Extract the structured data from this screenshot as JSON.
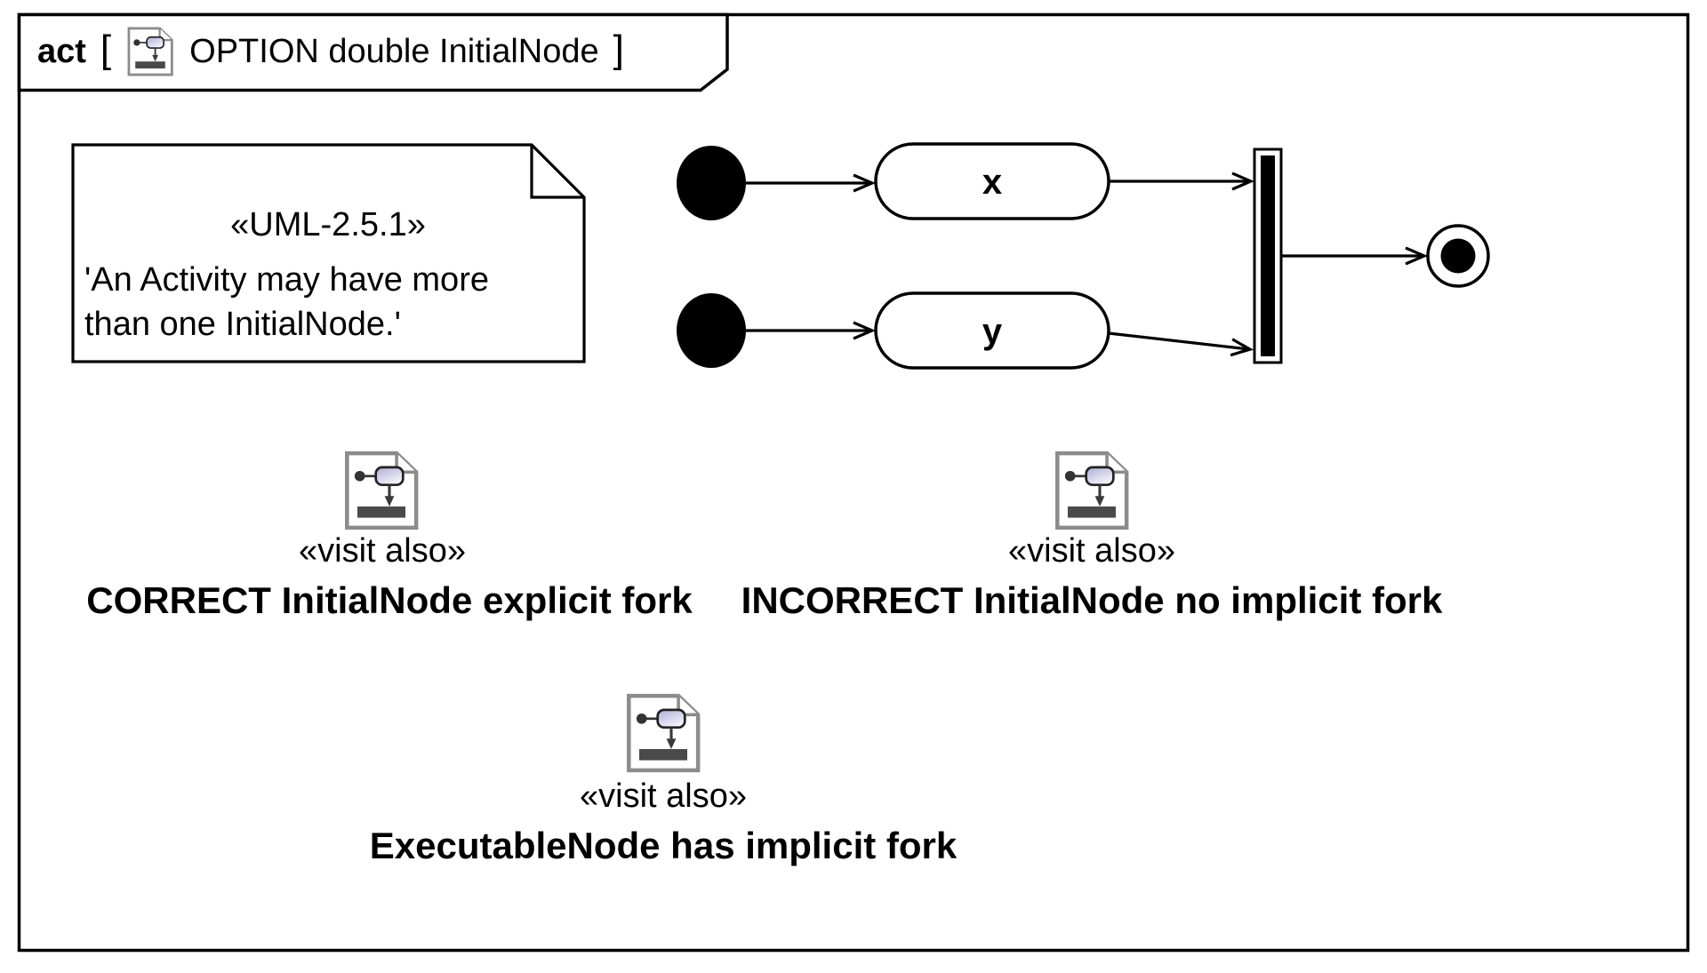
{
  "frame": {
    "keyword": "act",
    "open_bracket": "[",
    "title": "OPTION double InitialNode",
    "close_bracket": "]"
  },
  "note": {
    "stereotype": "«UML-2.5.1»",
    "lines": [
      "'An Activity may have more",
      "than one InitialNode.'"
    ]
  },
  "diagram": {
    "initial_node_count": 2,
    "action_nodes": [
      {
        "label": "x"
      },
      {
        "label": "y"
      }
    ],
    "join_node": "fork-join-bar",
    "final_node": "activity-final"
  },
  "icons": {
    "frame_header_icon": "activity-diagram-icon",
    "visit_also_icon": "activity-diagram-icon"
  },
  "visit_also": [
    {
      "stereotype": "«visit also»",
      "caption": "CORRECT InitialNode explicit fork"
    },
    {
      "stereotype": "«visit also»",
      "caption": "INCORRECT InitialNode no implicit fork"
    },
    {
      "stereotype": "«visit also»",
      "caption": "ExecutableNode has implicit fork"
    }
  ],
  "colors": {
    "background": "#ffffff",
    "line": "#000000",
    "icon_border": "#8c8c8c",
    "icon_bar_fill": "#4a4a4a",
    "icon_action_gradient_start": "#adadd6",
    "icon_action_gradient_end": "#f5f5fc"
  }
}
